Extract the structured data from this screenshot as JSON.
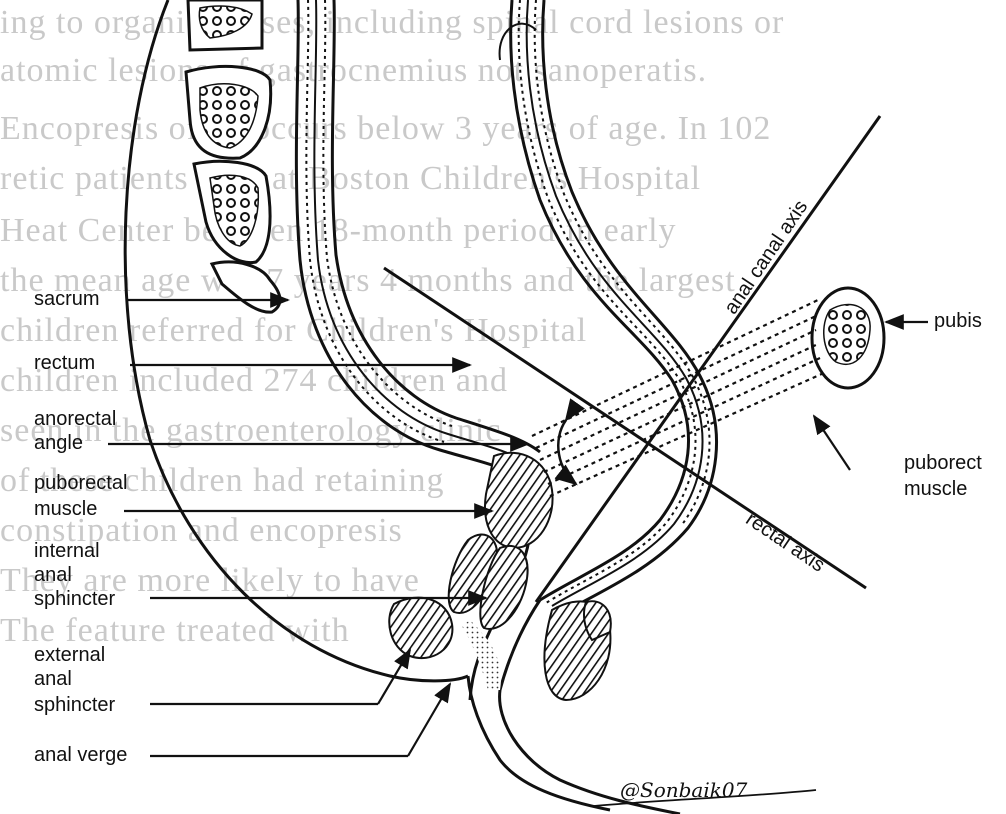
{
  "background_text": [
    "ing to organic causes, including spinal cord lesions or",
    "atomic lesions of gastrocnemius not sanoperatis.",
    "Encopresis often occurs below 3 years of age. In 102",
    "retic patients seen at Boston Children's Hospital",
    "Heat Center between 18-month period in early",
    "the mean age was 7 years 4 months and the largest",
    "children referred for Children's Hospital",
    "children included 274 children and",
    "seen in the gastroenterology clinic",
    "of these children had retaining",
    "constipation and encopresis",
    "They are more likely to have",
    "The feature treated with"
  ],
  "labels": {
    "sacrum": "sacrum",
    "rectum": "rectum",
    "anorectal_angle_1": "anorectal",
    "anorectal_angle_2": "angle",
    "puborectal_muscle_1": "puborectal",
    "puborectal_muscle_2": "muscle",
    "internal_sphincter_1": "internal",
    "internal_sphincter_2": "anal",
    "internal_sphincter_3": "sphincter",
    "external_sphincter_1": "external",
    "external_sphincter_2": "anal",
    "external_sphincter_3": "sphincter",
    "anal_verge": "anal verge",
    "pubis": "pubis",
    "puborect_1": "puborect",
    "puborect_2": "muscle",
    "anal_canal_axis": "anal canal axis",
    "rectal_axis": "rectal axis"
  },
  "signature": "@Sonbaik07"
}
